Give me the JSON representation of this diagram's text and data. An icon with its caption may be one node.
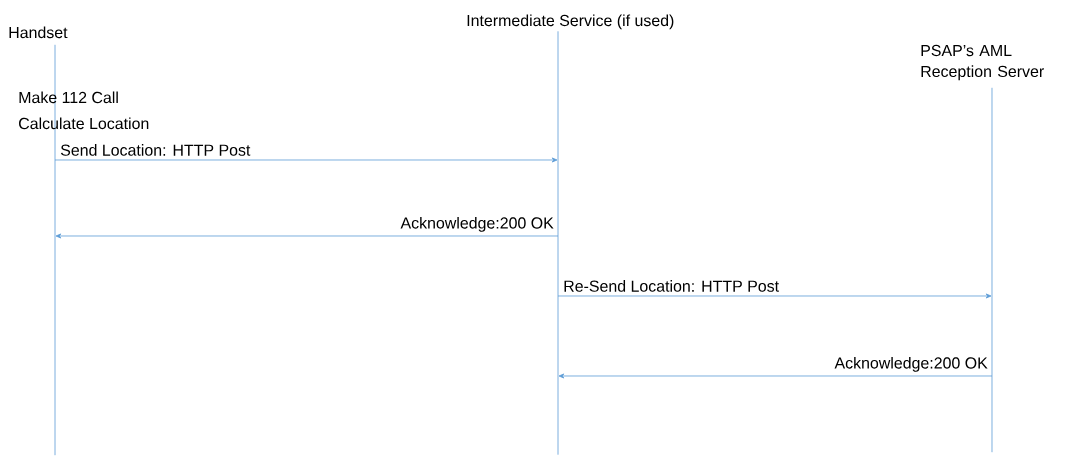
{
  "diagram": {
    "nodes": [
      {
        "text": [
          "Handset"
        ]
      },
      {
        "text": [
          "Intermediate Service (if used)"
        ]
      },
      {
        "text": [
          "PSAP’s AML Reception Server"
        ]
      }
    ],
    "edges": [
      {
        "from": 0,
        "to": 1,
        "arrow": "to",
        "label": "Send Location: HTTP Post"
      },
      {
        "from": 1,
        "to": 0,
        "arrow": "to",
        "label": "Acknowledge:200 OK"
      },
      {
        "from": 1,
        "to": 2,
        "arrow": "to",
        "label": "Re-Send Location: HTTP Post"
      },
      {
        "from": 2,
        "to": 1,
        "arrow": "to",
        "label": "Acknowledge:200 OK"
      }
    ],
    "labels": [
      "Make 112 Call",
      "Calculate Location"
    ]
  }
}
